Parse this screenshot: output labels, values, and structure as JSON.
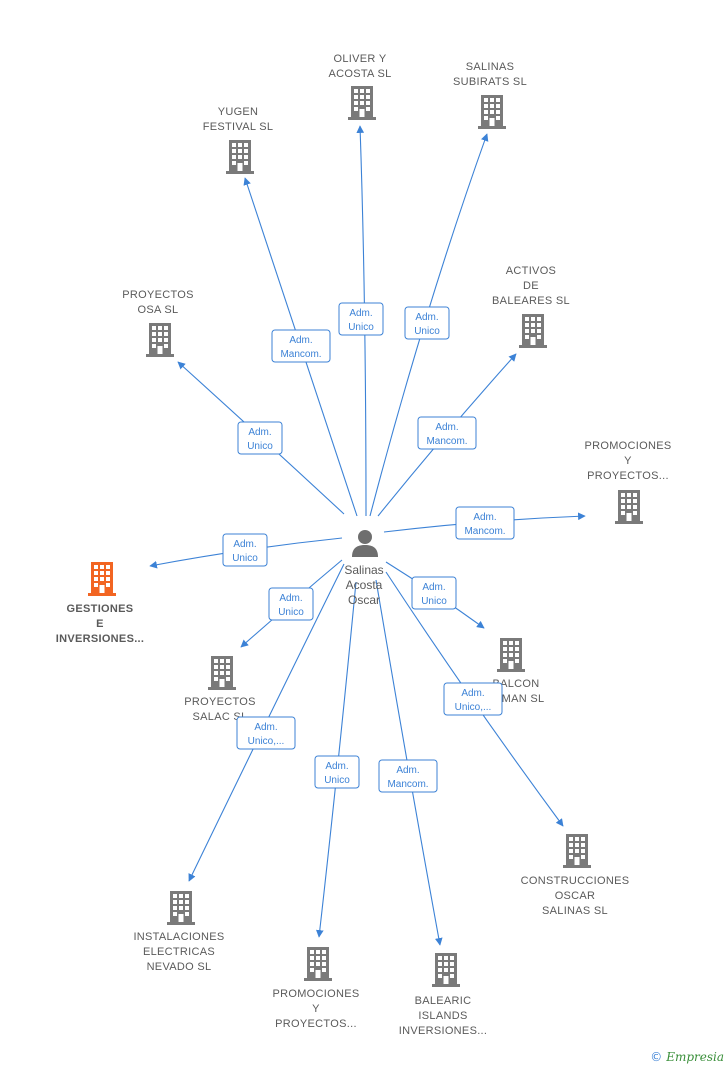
{
  "person": {
    "lines": [
      "Salinas",
      "Acosta",
      "Oscar"
    ]
  },
  "nodes": [
    {
      "id": "oliver",
      "lines": [
        "OLIVER Y",
        "ACOSTA  SL"
      ],
      "color": "#7a7a7a",
      "rel": [
        "Adm.",
        "Unico"
      ]
    },
    {
      "id": "subirats",
      "lines": [
        "SALINAS",
        "SUBIRATS  SL"
      ],
      "color": "#7a7a7a",
      "rel": [
        "Adm.",
        "Unico"
      ]
    },
    {
      "id": "yugen",
      "lines": [
        "YUGEN",
        "FESTIVAL  SL"
      ],
      "color": "#7a7a7a",
      "rel": [
        "Adm.",
        "Mancom."
      ]
    },
    {
      "id": "activos",
      "lines": [
        "ACTIVOS",
        "DE",
        "BALEARES  SL"
      ],
      "color": "#7a7a7a",
      "rel": [
        "Adm.",
        "Mancom."
      ]
    },
    {
      "id": "osa",
      "lines": [
        "PROYECTOS",
        "OSA SL"
      ],
      "color": "#7a7a7a",
      "rel": [
        "Adm.",
        "Unico"
      ]
    },
    {
      "id": "promo1",
      "lines": [
        "PROMOCIONES",
        "Y",
        "PROYECTOS..."
      ],
      "color": "#7a7a7a",
      "rel": [
        "Adm.",
        "Mancom."
      ]
    },
    {
      "id": "gestiones",
      "lines": [
        "GESTIONES",
        "E",
        "INVERSIONES..."
      ],
      "color": "#f26522",
      "rel": [
        "Adm.",
        "Unico"
      ]
    },
    {
      "id": "salac",
      "lines": [
        "PROYECTOS",
        "SALAC  SL"
      ],
      "color": "#7a7a7a",
      "rel": [
        "Adm.",
        "Unico"
      ]
    },
    {
      "id": "balcon",
      "lines": [
        "BALCON",
        "ALMAN  SL"
      ],
      "color": "#7a7a7a",
      "rel": [
        "Adm.",
        "Unico"
      ]
    },
    {
      "id": "construcciones",
      "lines": [
        "CONSTRUCCIONES",
        "OSCAR",
        "SALINAS SL"
      ],
      "color": "#7a7a7a",
      "rel": [
        "Adm.",
        "Unico,..."
      ]
    },
    {
      "id": "instalaciones",
      "lines": [
        "INSTALACIONES",
        "ELECTRICAS",
        "NEVADO  SL"
      ],
      "color": "#7a7a7a",
      "rel": [
        "Adm.",
        "Unico,..."
      ]
    },
    {
      "id": "promo2",
      "lines": [
        "PROMOCIONES",
        "Y",
        "PROYECTOS..."
      ],
      "color": "#7a7a7a",
      "rel": [
        "Adm.",
        "Unico"
      ]
    },
    {
      "id": "balearic",
      "lines": [
        "BALEARIC",
        "ISLANDS",
        "INVERSIONES..."
      ],
      "color": "#7a7a7a",
      "rel": [
        "Adm.",
        "Mancom."
      ]
    }
  ],
  "brand": {
    "copyright": "©",
    "name": "Empresia"
  }
}
